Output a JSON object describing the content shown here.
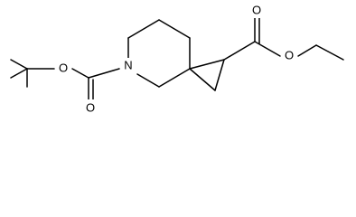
{
  "structure": {
    "atoms": {
      "N": "N",
      "O_carbonyl_boc": "O",
      "O_ester_boc": "O",
      "O_carbonyl_ethyl": "O",
      "O_ester_ethyl": "O"
    }
  },
  "colors": {
    "bond": "#000000",
    "background": "#ffffff"
  }
}
